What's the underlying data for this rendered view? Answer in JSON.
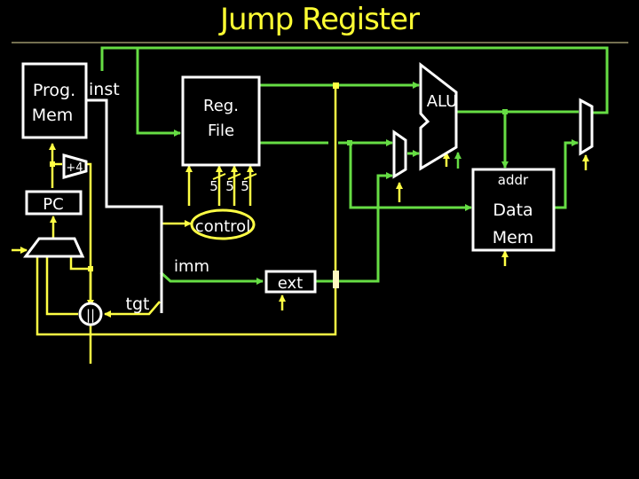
{
  "title": "Jump Register",
  "colors": {
    "background": "#000000",
    "title": "#ffff33",
    "data_wire": "#66dd44",
    "control_wire": "#ffff44",
    "component": "#ffffff"
  },
  "components": {
    "prog_mem": {
      "line1": "Prog.",
      "line2": "Mem"
    },
    "inst_label": "inst",
    "adder": "+4",
    "pc": "PC",
    "reg_file": {
      "line1": "Reg.",
      "line2": "File"
    },
    "reg_widths": [
      "5",
      "5",
      "5"
    ],
    "control": "control",
    "imm_label": "imm",
    "ext": "ext",
    "alu": "ALU",
    "data_mem": {
      "addr": "addr",
      "line1": "Data",
      "line2": "Mem"
    },
    "tgt_label": "tgt",
    "concat": "||"
  }
}
